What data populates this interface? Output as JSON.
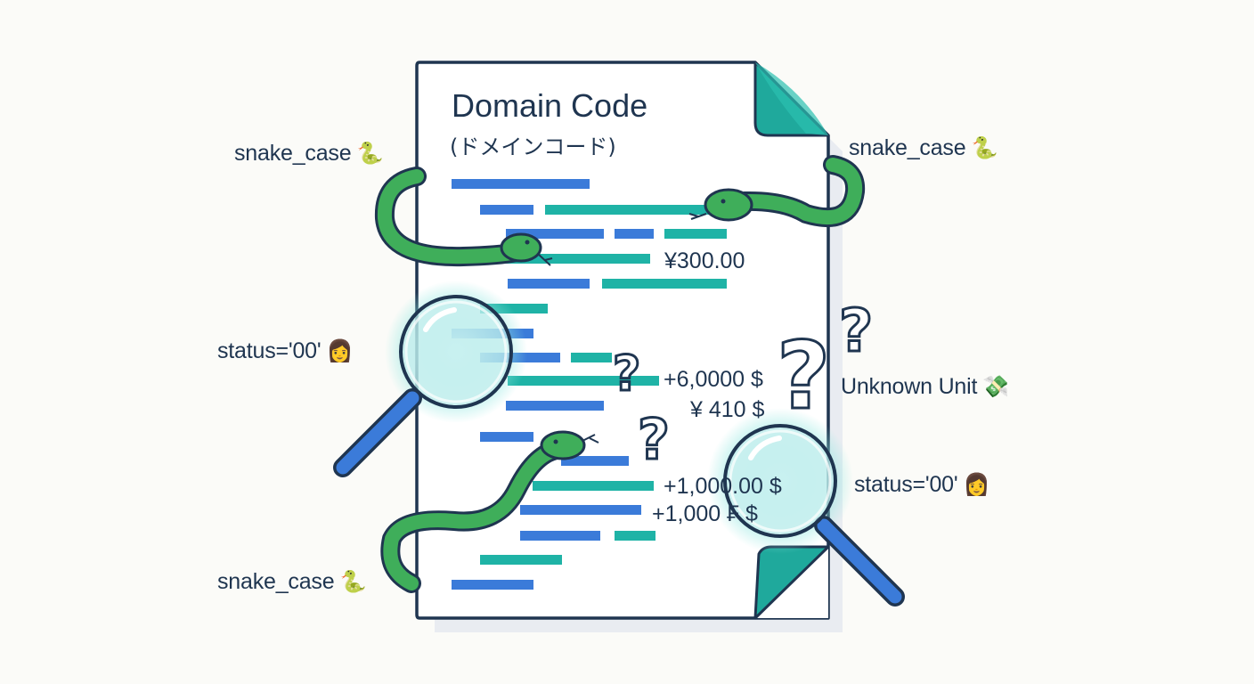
{
  "document": {
    "title": "Domain Code",
    "subtitle": "(ドメインコード)"
  },
  "labels": {
    "snake_left_top": "snake_case",
    "snake_right_top": "snake_case",
    "snake_left_bottom": "snake_case",
    "status_left": "status='00'",
    "status_right": "status='00'",
    "unknown_unit": "Unknown Unit"
  },
  "amounts": {
    "yen_300": "¥300.00",
    "plus_6": "+6,0000 $",
    "yen_410": "¥ 410 $",
    "plus_1_a": "+1,000.00 $",
    "plus_1_b": "+1,000 ₣ $"
  },
  "emoji": {
    "snake": "🐍",
    "person_investigator": "👩",
    "money_wings": "💸"
  },
  "colors": {
    "background": "#fbfbf8",
    "outline": "#1f3550",
    "code_blue": "#3b7bd9",
    "code_teal": "#1fb3a6",
    "snake_green": "#3fae5a",
    "lens_glow": "#7fe3de",
    "fold_teal": "#1fa99c"
  }
}
